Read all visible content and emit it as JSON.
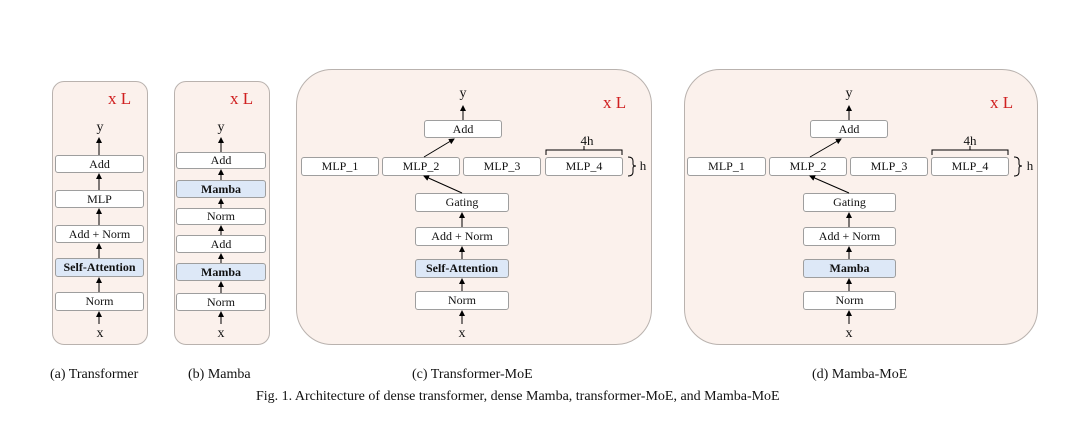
{
  "panels": {
    "a": {
      "repeat": "x L",
      "output": "y",
      "input": "x",
      "blocks": [
        "Add",
        "MLP",
        "Add + Norm",
        "Self-Attention",
        "Norm"
      ],
      "subcaption": "(a)  Transformer"
    },
    "b": {
      "repeat": "x L",
      "output": "y",
      "input": "x",
      "blocks": [
        "Add",
        "Mamba",
        "Norm",
        "Add",
        "Mamba",
        "Norm"
      ],
      "subcaption": "(b)  Mamba"
    },
    "c": {
      "repeat": "x L",
      "output": "y",
      "input": "x",
      "add": "Add",
      "experts": [
        "MLP_1",
        "MLP_2",
        "MLP_3",
        "MLP_4"
      ],
      "width_label": "4h",
      "height_label": "h",
      "blocks": [
        "Gating",
        "Add + Norm",
        "Self-Attention",
        "Norm"
      ],
      "subcaption": "(c)  Transformer-MoE"
    },
    "d": {
      "repeat": "x L",
      "output": "y",
      "input": "x",
      "add": "Add",
      "experts": [
        "MLP_1",
        "MLP_2",
        "MLP_3",
        "MLP_4"
      ],
      "width_label": "4h",
      "height_label": "h",
      "blocks": [
        "Gating",
        "Add + Norm",
        "Mamba",
        "Norm"
      ],
      "subcaption": "(d)  Mamba-MoE"
    }
  },
  "caption": "Fig. 1.   Architecture of dense transformer, dense Mamba, transformer-MoE, and Mamba-MoE",
  "colors": {
    "panel_bg": "#fbf1ec",
    "highlight_block": "#dde8f7",
    "repeat_label": "#d02020"
  }
}
